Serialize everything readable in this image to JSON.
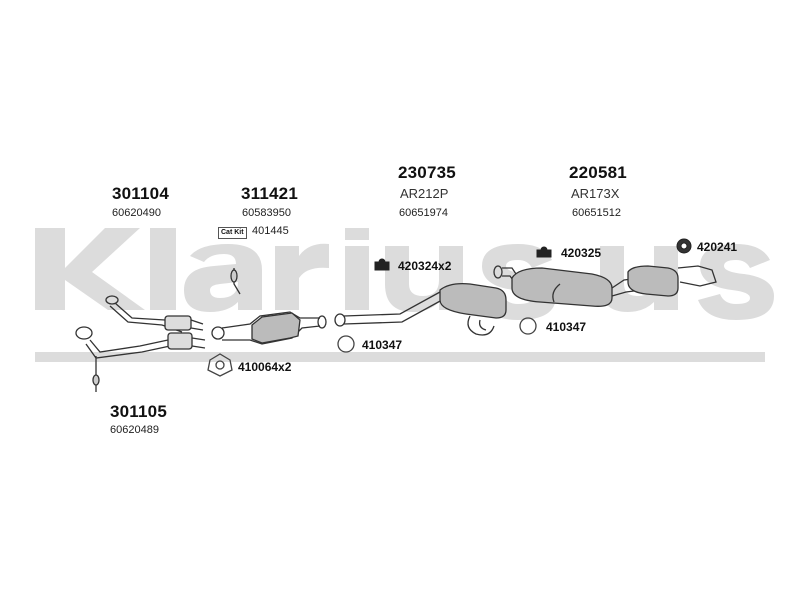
{
  "watermark": {
    "text": "Klarius",
    "color": "#d9d9d9"
  },
  "parts": {
    "p301104": {
      "number": "301104",
      "oe": "60620490"
    },
    "p311421": {
      "number": "311421",
      "oe": "60583950",
      "catkit_label": "Cat Kit",
      "catkit_code": "401445"
    },
    "p230735": {
      "number": "230735",
      "code": "AR212P",
      "oe": "60651974"
    },
    "p220581": {
      "number": "220581",
      "code": "AR173X",
      "oe": "60651512"
    },
    "p301105": {
      "number": "301105",
      "oe": "60620489"
    }
  },
  "fittings": {
    "f420324": "420324x2",
    "f420325": "420325",
    "f420241": "420241",
    "f410347a": "410347",
    "f410347b": "410347",
    "f410064": "410064x2"
  }
}
